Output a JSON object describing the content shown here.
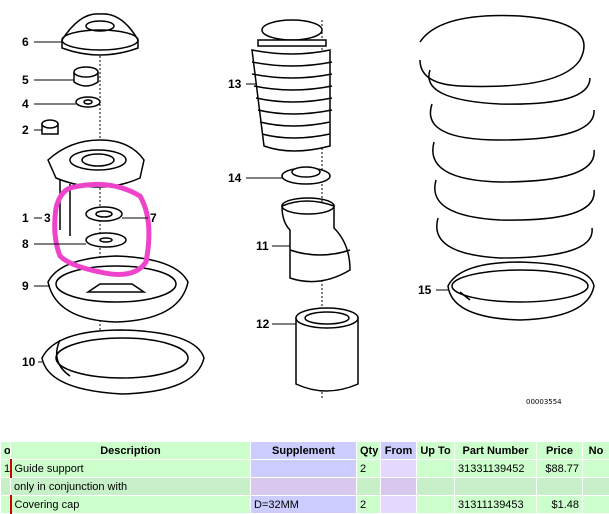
{
  "diagram": {
    "reference_code": "00003554",
    "callouts": [
      "1",
      "2",
      "3",
      "4",
      "5",
      "6",
      "7",
      "8",
      "9",
      "10",
      "11",
      "12",
      "13",
      "14",
      "15"
    ],
    "highlight_color": "#ee44cc"
  },
  "table": {
    "headers": {
      "no": "o.",
      "description": "Description",
      "supplement": "Supplement",
      "qty": "Qty",
      "from": "From",
      "up_to": "Up To",
      "part_number": "Part Number",
      "price": "Price",
      "notes": "No"
    },
    "rows": [
      {
        "no": "1",
        "description": "Guide support",
        "supplement": "",
        "qty": "2",
        "from": "",
        "up_to": "",
        "part_number": "31331139452",
        "price": "$88.77",
        "notes": ""
      },
      {
        "no": "",
        "description": "only in conjunction with",
        "supplement": "",
        "qty": "",
        "from": "",
        "up_to": "",
        "part_number": "",
        "price": "",
        "notes": ""
      },
      {
        "no": "",
        "description": "Covering cap",
        "supplement": "D=32MM",
        "qty": "2",
        "from": "",
        "up_to": "",
        "part_number": "31311139453",
        "price": "$1.48",
        "notes": ""
      }
    ]
  }
}
